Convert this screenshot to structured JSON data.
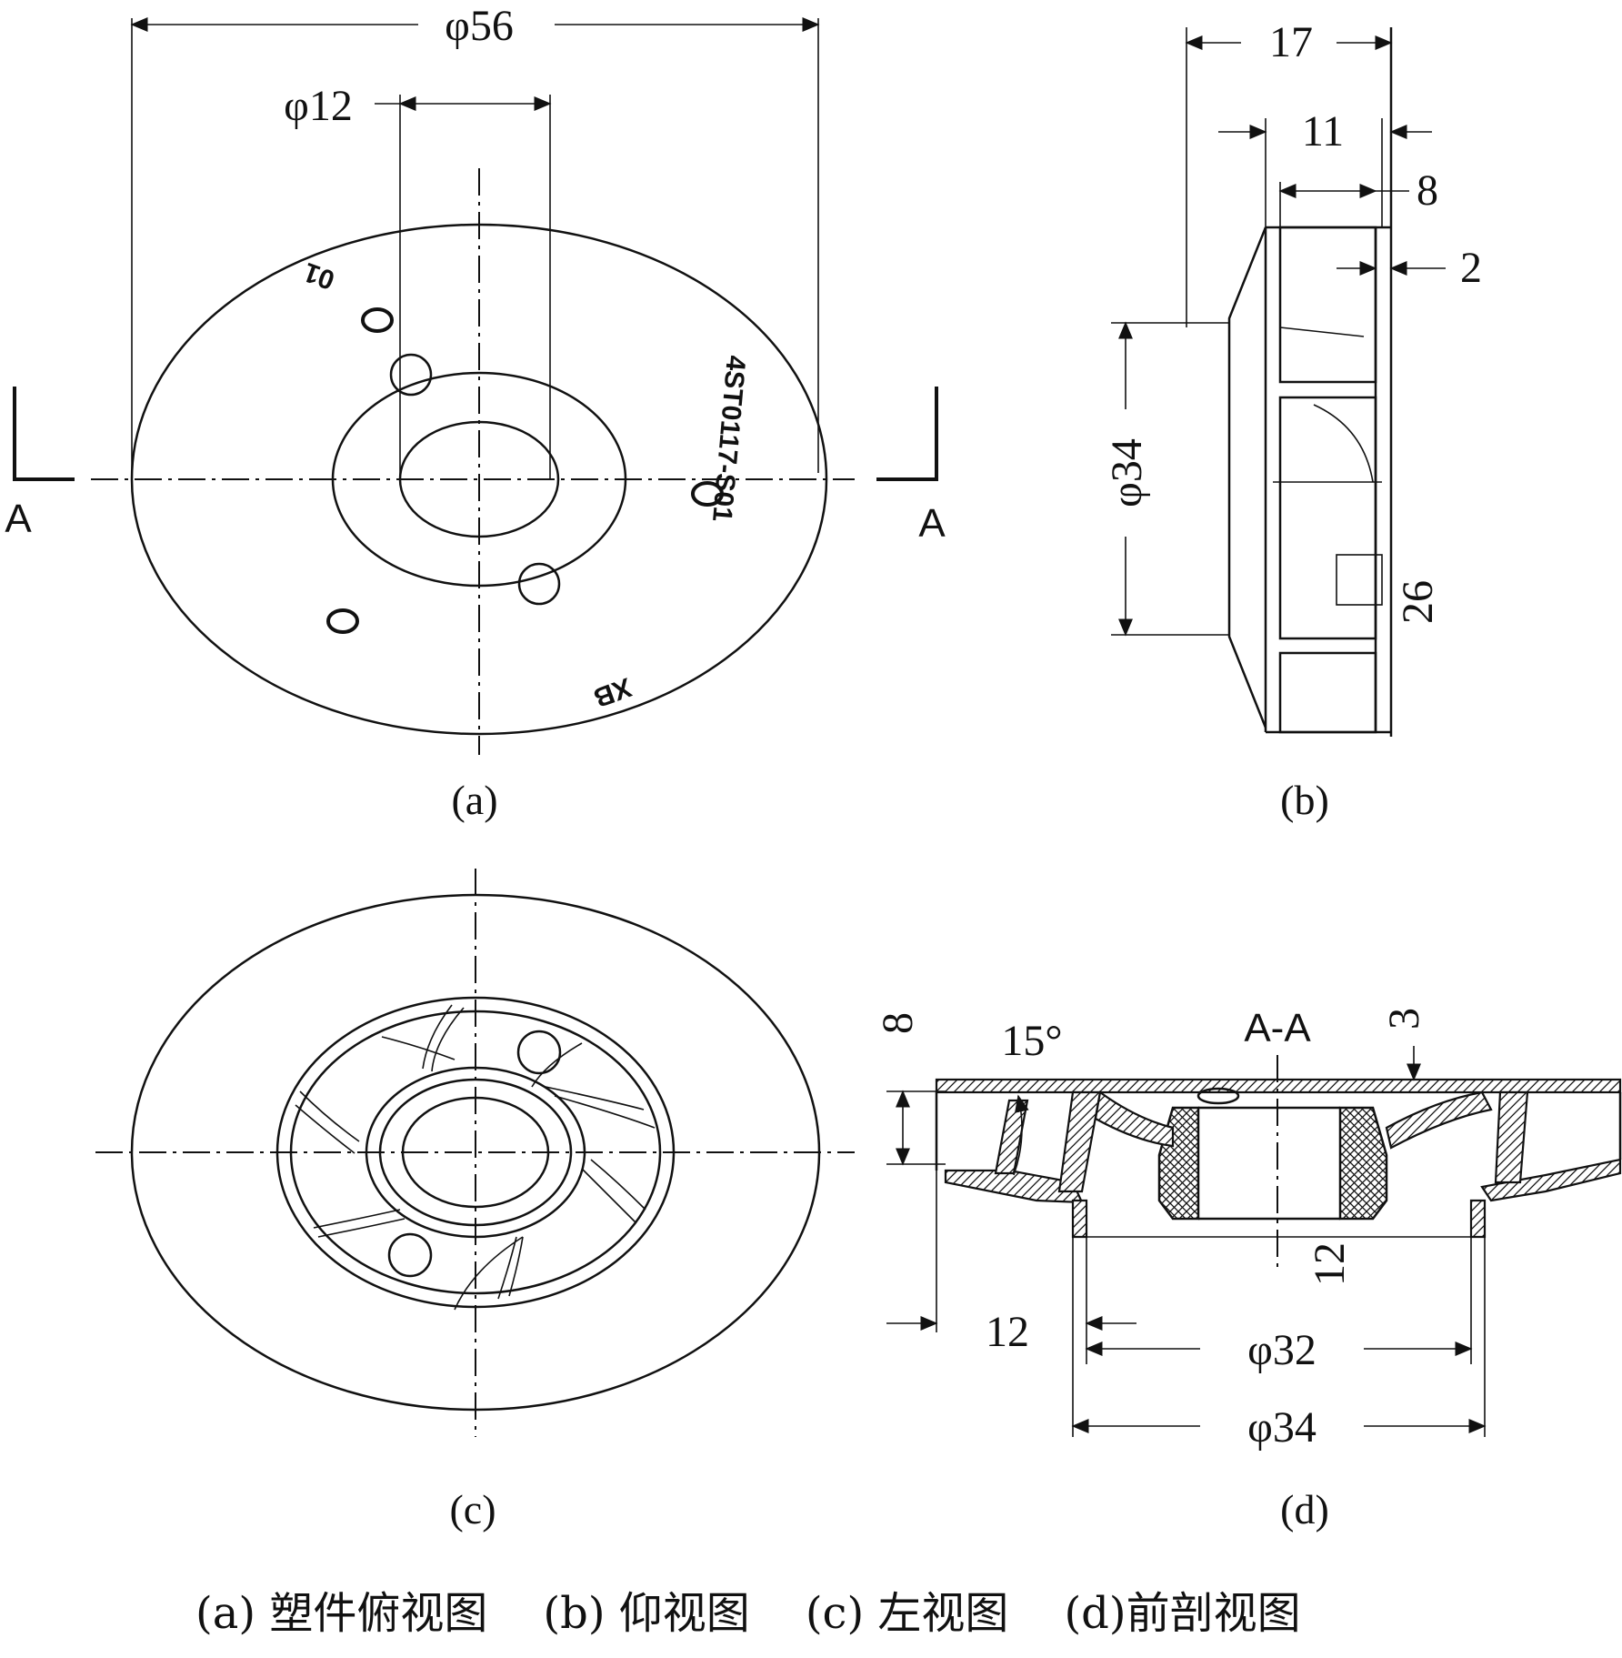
{
  "view_a": {
    "caption": "(a)",
    "dim_outer": "φ56",
    "dim_inner": "φ12",
    "section_left": "A",
    "section_right": "A",
    "mark_01": "01",
    "mark_part": "4ST0117-S01",
    "mark_xb": "XB"
  },
  "view_b": {
    "caption": "(b)",
    "dim_17": "17",
    "dim_11": "11",
    "dim_8": "8",
    "dim_2": "2",
    "dim_34": "φ34",
    "dim_26": "26"
  },
  "view_c": {
    "caption": "(c)"
  },
  "view_d": {
    "caption": "(d)",
    "section_title": "A-A",
    "dim_8": "8",
    "dim_angle": "15°",
    "dim_3": "3",
    "dim_12_left": "12",
    "dim_12_center": "12",
    "dim_32": "φ32",
    "dim_34": "φ34"
  },
  "figure_caption": "(a) 塑件俯视图    (b) 仰视图    (c) 左视图    (d)前剖视图"
}
